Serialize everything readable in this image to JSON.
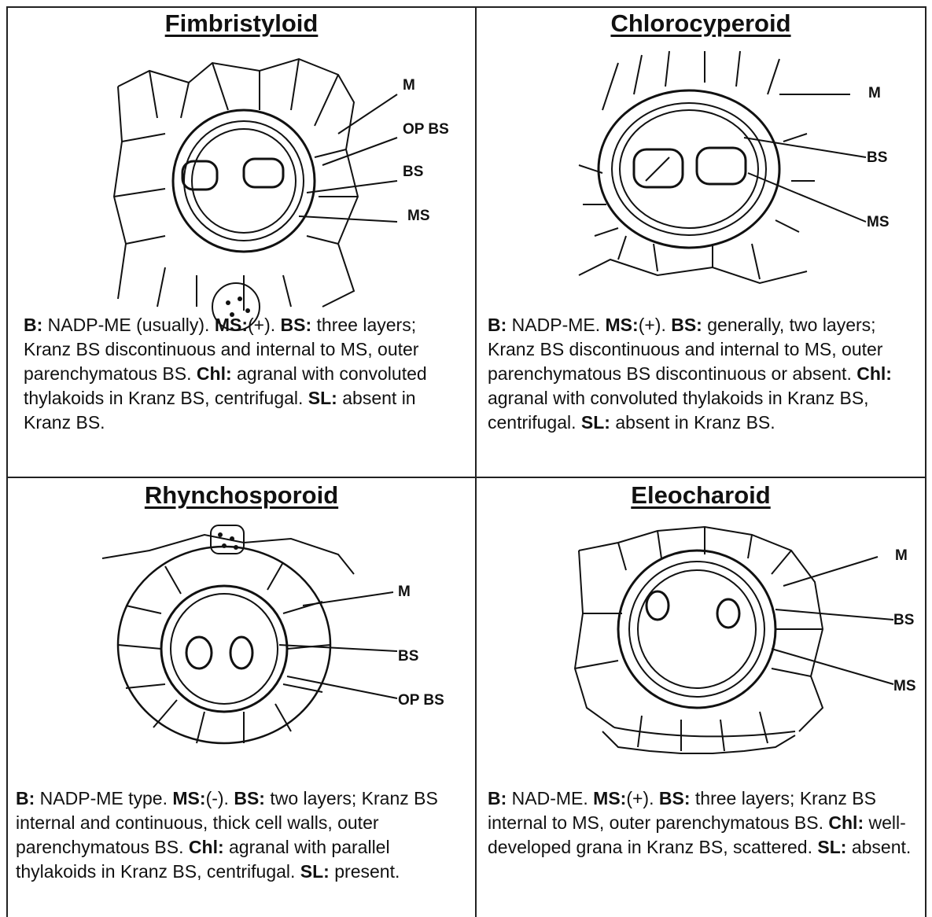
{
  "panels": [
    {
      "title": "Fimbristyloid",
      "labels": [
        "M",
        "OP BS",
        "BS",
        "MS"
      ],
      "desc": [
        {
          "k": "B:",
          "v": " NADP-ME (usually). "
        },
        {
          "k": "MS:",
          "v": "(+).  "
        },
        {
          "k": "BS:",
          "v": " three layers; Kranz BS discontinuous and internal to MS, outer parenchymatous BS.  "
        },
        {
          "k": "Chl:",
          "v": " agranal with convoluted thylakoids in Kranz BS, centrifugal. "
        },
        {
          "k": "SL:",
          "v": " absent in Kranz BS."
        }
      ]
    },
    {
      "title": "Chlorocyperoid",
      "labels": [
        "M",
        "BS",
        "MS"
      ],
      "desc": [
        {
          "k": "B:",
          "v": " NADP-ME.  "
        },
        {
          "k": "MS:",
          "v": "(+).  "
        },
        {
          "k": "BS:",
          "v": " generally, two layers; Kranz BS discontinuous and internal to MS, outer parenchymatous BS discontinuous or absent.  "
        },
        {
          "k": "Chl:",
          "v": " agranal with convoluted thylakoids in Kranz BS, centrifugal. "
        },
        {
          "k": "SL:",
          "v": " absent in Kranz BS."
        }
      ]
    },
    {
      "title": "Rhynchosporoid",
      "labels": [
        "M",
        "BS",
        "OP BS"
      ],
      "desc": [
        {
          "k": "B:",
          "v": " NADP-ME type.  "
        },
        {
          "k": "MS:",
          "v": "(-).  "
        },
        {
          "k": "BS:",
          "v": " two layers; Kranz BS internal and continuous, thick cell walls, outer parenchymatous BS.  "
        },
        {
          "k": "Chl:",
          "v": " agranal with parallel thylakoids in Kranz BS, centrifugal. "
        },
        {
          "k": "SL:",
          "v": " present."
        }
      ]
    },
    {
      "title": "Eleocharoid",
      "labels": [
        "M",
        "BS",
        "MS"
      ],
      "desc": [
        {
          "k": "B:",
          "v": " NAD-ME.  "
        },
        {
          "k": "MS:",
          "v": "(+).  "
        },
        {
          "k": "BS:",
          "v": " three layers; Kranz BS internal to MS, outer parenchymatous BS. "
        },
        {
          "k": "Chl:",
          "v": " well-developed grana in Kranz BS, scattered. "
        },
        {
          "k": "SL:",
          "v": " absent."
        }
      ]
    }
  ]
}
